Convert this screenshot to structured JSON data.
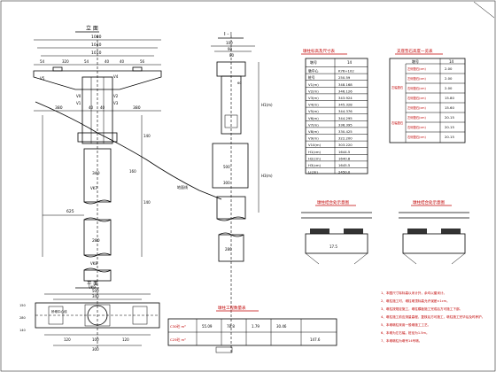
{
  "drawing": {
    "elevation": {
      "title": "立  面",
      "dims_top": [
        "1080",
        "1040",
        "1010"
      ],
      "dims_cap": [
        "54",
        "320",
        "54",
        "40",
        "40",
        "56"
      ],
      "dims_middle": [
        "380",
        "40",
        "40",
        "380"
      ],
      "levels": [
        "V0",
        "V1",
        "V2",
        "V3",
        "V4",
        "V5"
      ],
      "dims_pier": [
        "160",
        "140",
        "140"
      ],
      "dims_pile": [
        "340",
        "280",
        "VK7",
        "VK8",
        "VK9",
        "625"
      ],
      "ground_note": "地面线"
    },
    "section": {
      "title": "I - I",
      "dims_top": [
        "100",
        "90",
        "80",
        "60"
      ],
      "dims_mid": [
        "500",
        "300",
        "280"
      ],
      "heights": [
        "H1(m)",
        "H3(m)"
      ]
    },
    "plan": {
      "title": "平  面",
      "dims_top": [
        "500",
        "340"
      ],
      "dims_bottom": [
        "120",
        "100",
        "120"
      ],
      "dims_left": [
        "150",
        "280",
        "140"
      ],
      "dims_mid": [
        "300"
      ],
      "labels": [
        "桥墩中心线"
      ]
    },
    "elev_table": {
      "title": "墩柱标高及尺寸表",
      "header": [
        "墩号",
        "14"
      ],
      "rows": [
        [
          "墩中心",
          "K76+102"
        ],
        [
          "桩号",
          "250.59"
        ],
        [
          "V1(m)",
          "348.168"
        ],
        [
          "V2(m)",
          "346.126"
        ],
        [
          "V3(m)",
          "343.924"
        ],
        [
          "V4(m)",
          "345.328"
        ],
        [
          "V5(m)",
          "344.376"
        ],
        [
          "V6(m)",
          "344.295"
        ],
        [
          "V7(m)",
          "336.395"
        ],
        [
          "V8(m)",
          "330.425"
        ],
        [
          "V9(m)",
          "322.200"
        ],
        [
          "V10(m)",
          "303.220"
        ],
        [
          "H1(cm)",
          "1644.5"
        ],
        [
          "H2(cm)",
          "1640.8"
        ],
        [
          "H3(cm)",
          "1645.5"
        ],
        [
          "L(cm)",
          "2450.0"
        ]
      ]
    },
    "bearing_table": {
      "title": "支座垫石高度一览表",
      "header": [
        "墩号",
        "14"
      ],
      "groups": [
        "左幅垫石",
        "右幅垫石"
      ],
      "rows": [
        [
          "左侧垫石(cm)",
          "2.00"
        ],
        [
          "左侧垫石(cm)",
          "2.00"
        ],
        [
          "右侧垫石(cm)",
          "2.00"
        ],
        [
          "右侧垫石(cm)",
          "15.80"
        ],
        [
          "左侧垫石(cm)",
          "15.60"
        ],
        [
          "左侧垫石(cm)",
          "20.15"
        ],
        [
          "右侧垫石(cm)",
          "20.15"
        ],
        [
          "右侧垫石(cm)",
          "20.15"
        ]
      ]
    },
    "detail_left": {
      "title": "墩柱结合处示意图",
      "dim": "17.5"
    },
    "detail_right": {
      "title": "墩柱结合处示意图"
    },
    "qty_table": {
      "title": "墩柱工程数量表",
      "rows": [
        [
          "C30砼 m³",
          "55.09",
          "78.8",
          "1.79",
          "30.46"
        ],
        [
          "C25砼 m³",
          "",
          "",
          "",
          "",
          "147.6"
        ]
      ]
    },
    "notes": [
      "1、本图尺寸除标高以米计外，余均以厘米计。",
      "2、墩柱施工时，墩柱墩顶标高允许误差±1cm。",
      "3、墩柱按规定施工，墩柱模板施工完成后方可施工下部。",
      "4、墩柱施工前应测量高程，复核后方可施工，墩柱施工完毕后及时养护。",
      "5、本墩墩柱采用一般墩施工工艺。",
      "6、本墩为左右幅，桩径为1.5m。",
      "7、本墩墩柱为墩号14号墩。"
    ]
  }
}
